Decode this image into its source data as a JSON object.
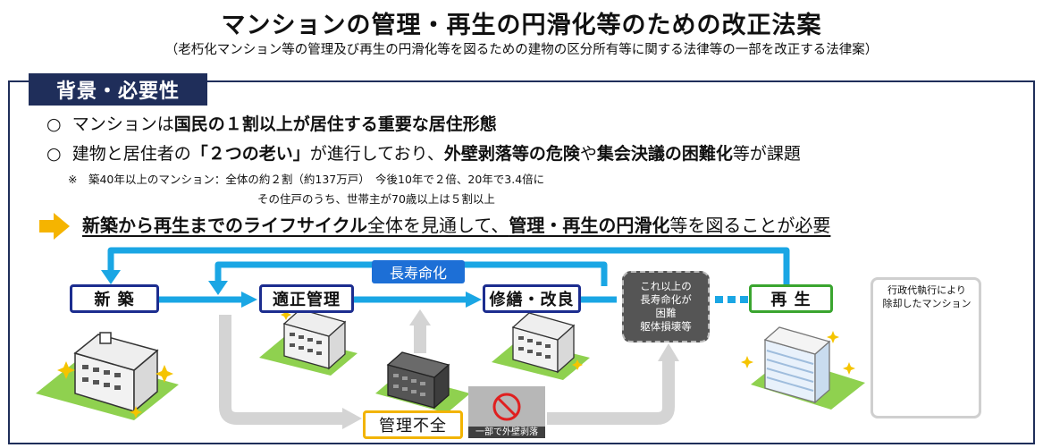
{
  "title": "マンションの管理・再生の円滑化等のための改正法案",
  "subtitle": "（老朽化マンション等の管理及び再生の円滑化等を図るための建物の区分所有等に関する法律等の一部を改正する法律案）",
  "section": {
    "heading": "背景・必要性"
  },
  "bullets": {
    "b1": {
      "marker": "○",
      "t1": "マンションは",
      "t2": "国民の１割以上が居住する重要な居住形態"
    },
    "b2": {
      "marker": "○",
      "t1": "建物と居住者の",
      "t2": "「２つの老い」",
      "t3": "が進行しており、",
      "t4": "外壁剥落等の危険",
      "t5": "や",
      "t6": "集会決議の困難化",
      "t7": "等が課題"
    }
  },
  "notes": {
    "line1": "※　築40年以上のマンション：全体の約２割（約137万戸）　今後10年で２倍、20年で3.4倍に",
    "line2": "その住戸のうち、世帯主が70歳以上は５割以上"
  },
  "conclusion": {
    "t1": "新築から再生までのライフサイクル",
    "t2": "全体を見通して、",
    "t3": "管理・再生の円滑化",
    "t4": "等を図ることが必要"
  },
  "diagram": {
    "stages": {
      "new": "新 築",
      "proper": "適正管理",
      "repair": "修繕・改良",
      "regen": "再 生",
      "poor": "管理不全"
    },
    "long_life_label": "長寿命化",
    "limit_box": [
      "これ以上の",
      "長寿命化が",
      "困難",
      "躯体損壊等"
    ],
    "photo_caption": [
      "行政代執行により",
      "除却したマンション"
    ],
    "wall_caption": "一部で外壁剥落"
  },
  "colors": {
    "navy": "#1f2e5a",
    "flow_blue": "#1aa6e4",
    "stage_border": "#1c2d8f",
    "regen_border": "#3aa52f",
    "poor_border": "#f2b400",
    "gray_flow": "#d4d4d4",
    "conclusion_arrow": "#f5b400"
  }
}
